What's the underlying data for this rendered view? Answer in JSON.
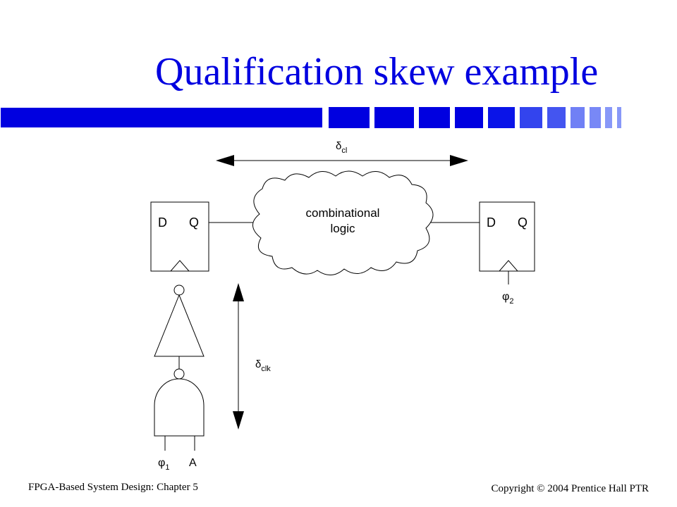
{
  "slide": {
    "title": "Qualification skew example",
    "footer_left": "FPGA-Based System Design: Chapter 5",
    "footer_right": "Copyright © 2004 Prentice Hall PTR",
    "accent_color": "#0000e0"
  },
  "diagram": {
    "ff_left": {
      "d": "D",
      "q": "Q"
    },
    "ff_right": {
      "d": "D",
      "q": "Q"
    },
    "cloud_line1": "combinational",
    "cloud_line2": "logic",
    "delta_cl": {
      "symbol": "δ",
      "sub": "cl"
    },
    "delta_clk": {
      "symbol": "δ",
      "sub": "clk"
    },
    "phi1": {
      "symbol": "φ",
      "sub": "1"
    },
    "phi2": {
      "symbol": "φ",
      "sub": "2"
    },
    "input_a": "A"
  }
}
